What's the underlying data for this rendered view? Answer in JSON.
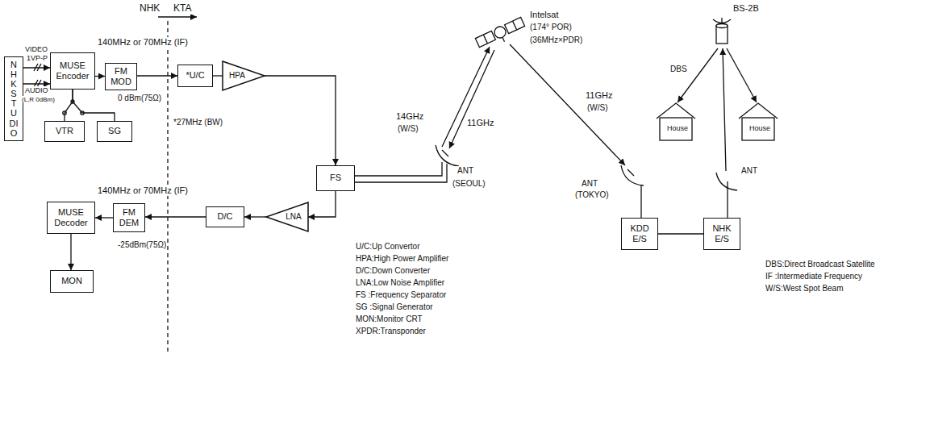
{
  "diagram": {
    "nodes": [
      {
        "text": [
          "NHK STUDIO"
        ]
      },
      {
        "text": [
          "MUSE Encoder"
        ]
      },
      {
        "text": [
          "FM MOD"
        ]
      },
      {
        "text": [
          "*U/C"
        ]
      },
      {
        "text": [
          "HPA"
        ]
      },
      {
        "text": [
          "VTR"
        ]
      },
      {
        "text": [
          "SG"
        ]
      },
      {
        "text": [
          "FS"
        ]
      },
      {
        "text": [
          "MUSE Decoder"
        ]
      },
      {
        "text": [
          "FM DEM"
        ]
      },
      {
        "text": [
          "D/C"
        ]
      },
      {
        "text": [
          "LNA"
        ]
      },
      {
        "text": [
          "MON"
        ]
      },
      {
        "text": [
          "KDD E/S"
        ]
      },
      {
        "text": [
          "NHK E/S"
        ]
      }
    ],
    "edges": [
      {
        "from": 0,
        "to": 1,
        "arrow": "to"
      },
      {
        "from": 0,
        "to": 1,
        "arrow": "to"
      },
      {
        "from": 1,
        "to": 2,
        "arrow": "to"
      },
      {
        "from": 2,
        "to": 3,
        "arrow": "to"
      },
      {
        "from": 3,
        "to": 4,
        "arrow": "none"
      },
      {
        "from": 4,
        "to": 7,
        "arrow": "to"
      },
      {
        "from": 5,
        "to": 1,
        "arrow": "none"
      },
      {
        "from": 6,
        "to": 1,
        "arrow": "none"
      },
      {
        "from": 7,
        "to": 11,
        "arrow": "to"
      },
      {
        "from": 11,
        "to": 10,
        "arrow": "to"
      },
      {
        "from": 10,
        "to": 9,
        "arrow": "to"
      },
      {
        "from": 9,
        "to": 8,
        "arrow": "to"
      },
      {
        "from": 8,
        "to": 12,
        "arrow": "to"
      },
      {
        "from": 13,
        "to": 14,
        "arrow": "none"
      }
    ],
    "labels": [
      "NHK",
      "KTA",
      "140MHz or 70MHz (IF)",
      "VIDEO",
      "1VP-P",
      "AUDIO",
      "(L,R 0dBm)",
      "0 dBm(75Ω)",
      "*27MHz (BW)",
      "14GHz",
      "(W/S)",
      "11GHz",
      "ANT",
      "(SEOUL)",
      "Intelsat",
      "(174° POR)",
      "(36MHz×PDR)",
      "11GHz",
      "(W/S)",
      "BS-2B",
      "DBS",
      "House",
      "House",
      "ANT",
      "(TOKYO)",
      "ANT",
      "140MHz or 70MHz (IF)",
      "-25dBm(75Ω)",
      "U/C:Up Convertor",
      "HPA:High Power Amplifier",
      "D/C:Down Converter",
      "LNA:Low Noise Amplifier",
      "FS :Frequency Separator",
      "SG :Signal Generator",
      "MON:Monitor CRT",
      "XPDR:Transponder",
      "DBS:Direct Broadcast Satellite",
      "IF :Intermediate Frequency",
      "W/S:West Spot Beam"
    ]
  }
}
